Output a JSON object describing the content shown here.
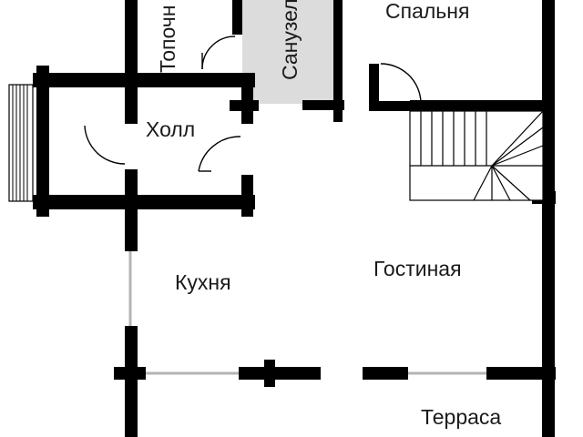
{
  "rooms": {
    "topochnaya": "Топочн",
    "sanuzel": "Санузел",
    "spalnya": "Спальня",
    "holl": "Холл",
    "kuhnya": "Кухня",
    "gostinaya": "Гостиная",
    "terrasa": "Терраса"
  },
  "colors": {
    "wall": "#000000",
    "bathroom_fill": "#dcdcdc",
    "window_glass": "#b4b4b4",
    "background": "#ffffff"
  }
}
